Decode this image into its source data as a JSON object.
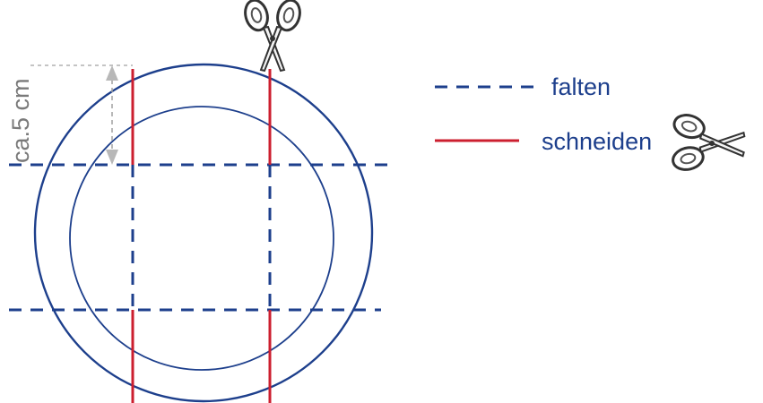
{
  "legend": {
    "fold_label": "falten",
    "cut_label": "schneiden"
  },
  "dimension": {
    "label": "ca.5 cm"
  },
  "icons": {
    "top": "scissors-icon",
    "legend": "scissors-icon"
  },
  "colors": {
    "circle": "#1d3f8c",
    "fold_line": "#1d3f8c",
    "cut_line": "#cc1f2f",
    "dimension": "#9a9a9a"
  }
}
